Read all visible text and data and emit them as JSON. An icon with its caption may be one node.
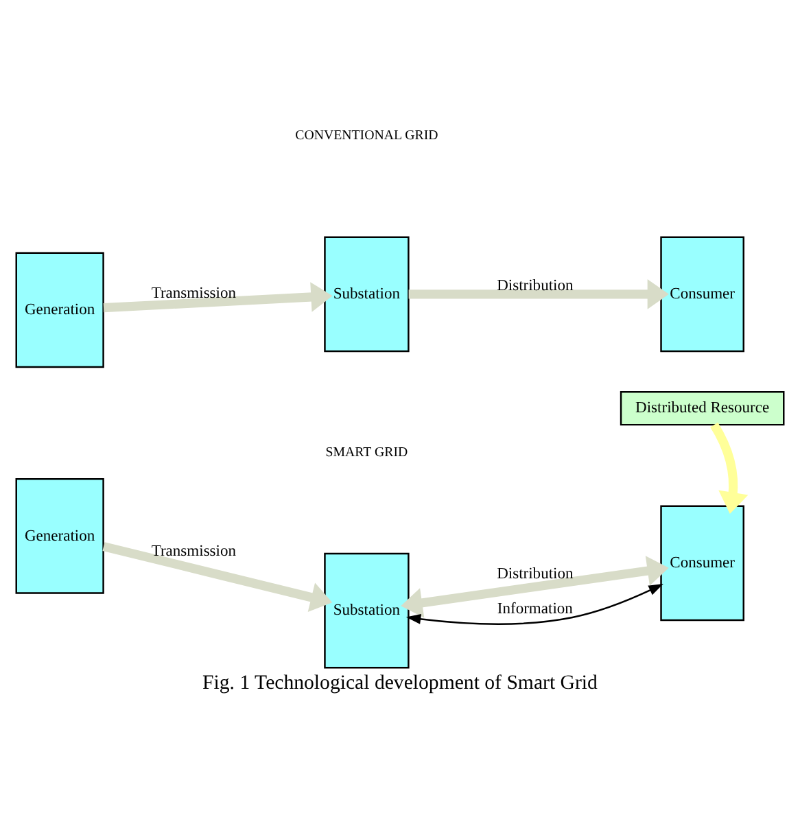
{
  "diagram": {
    "caption": "Fig. 1 Technological development of Smart Grid",
    "nodes": [
      {
        "text": [
          "Generation"
        ]
      },
      {
        "text": [
          "Substation"
        ]
      },
      {
        "text": [
          "Consumer"
        ]
      },
      {
        "text": [
          "Generation"
        ]
      },
      {
        "text": [
          "Substation"
        ]
      },
      {
        "text": [
          "Consumer"
        ]
      },
      {
        "text": [
          "Distributed Resource"
        ]
      }
    ],
    "edges": [
      {
        "from": 0,
        "to": 1,
        "arrow": "to",
        "label": "Transmission"
      },
      {
        "from": 1,
        "to": 2,
        "arrow": "to",
        "label": "Distribution"
      },
      {
        "from": 3,
        "to": 4,
        "arrow": "to",
        "label": "Transmission"
      },
      {
        "from": 4,
        "to": 5,
        "arrow": "both",
        "label": "Distribution"
      },
      {
        "from": 4,
        "to": 5,
        "arrow": "both",
        "label": "Information",
        "color": "#000000"
      },
      {
        "from": 6,
        "to": 5,
        "arrow": "to",
        "color": "#ffff99"
      }
    ],
    "labels": [
      "CONVENTIONAL GRID",
      "SMART GRID"
    ]
  }
}
